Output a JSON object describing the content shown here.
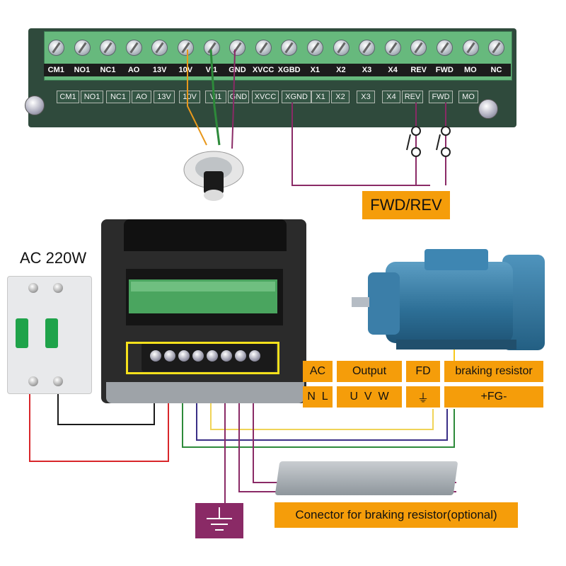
{
  "control_terminals": {
    "top_labels": [
      "CM1",
      "NO1",
      "NC1",
      "AO",
      "13V",
      "10V",
      "VI1",
      "GND",
      "XVCC",
      "XGBD",
      "X1",
      "X2",
      "X3",
      "X4",
      "REV",
      "FWD",
      "MO",
      "NC"
    ],
    "bottom_labels": [
      "CM1",
      "NO1",
      "NC1",
      "AO",
      "13V",
      "10V",
      "VI1",
      "GND",
      "XVCC",
      "XGND",
      "X1",
      "X2",
      "X3",
      "X4",
      "REV",
      "FWD",
      "MO"
    ]
  },
  "fwd_rev_label": "FWD/REV",
  "ac_supply_label": "AC 220W",
  "power_table": {
    "headers": [
      "AC",
      "Output",
      "FD",
      "braking resistor"
    ],
    "row": [
      "N  L",
      "U  V  W",
      "⏚",
      "+FG-"
    ]
  },
  "braking_note": "Conector for braking resistor(optional)",
  "wire_colors": {
    "red": "#d8262a",
    "black": "#1a1a1a",
    "green": "#2d8a3a",
    "navy": "#3a2f86",
    "yellow": "#f0d458",
    "purple": "#8a2a66",
    "orange": "#e8981c"
  },
  "accent": "#f59d0a"
}
